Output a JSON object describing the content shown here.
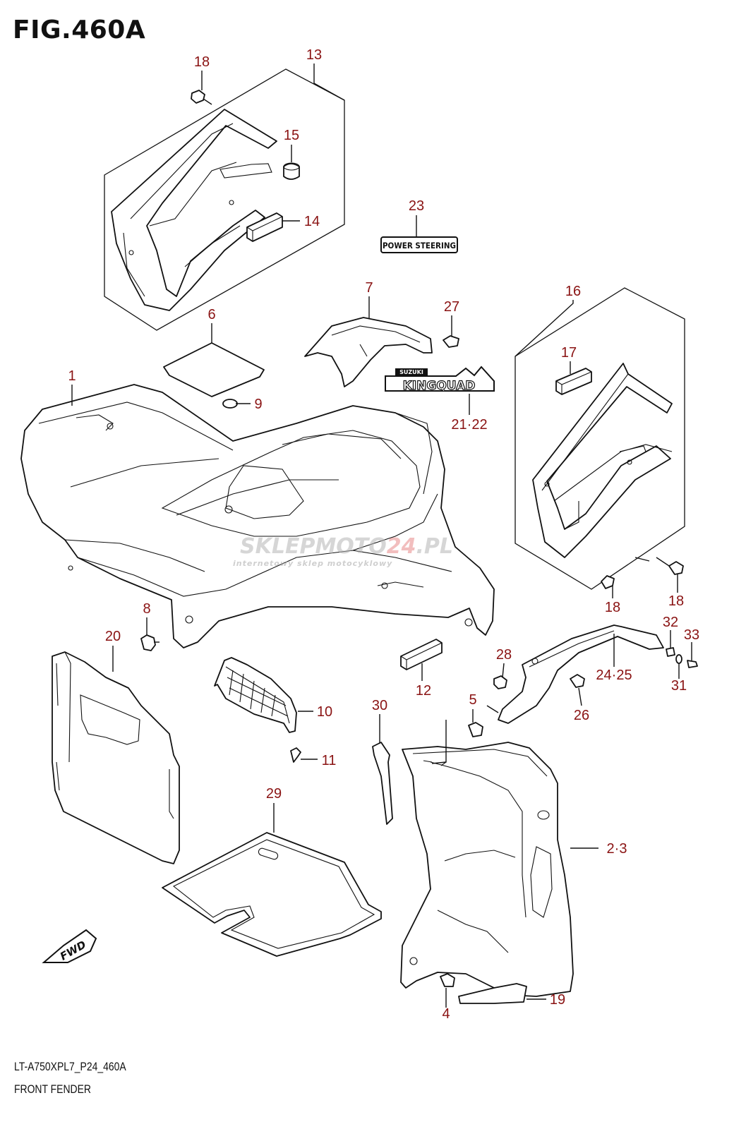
{
  "figure": {
    "title": "FIG.460A",
    "model_code": "LT-A750XPL7_P24_460A",
    "section_name": "FRONT FENDER"
  },
  "decals": {
    "power_steering": "POWER STEERING",
    "kingquad": "KINGQUAD",
    "suzuki_small": "SUZUKI"
  },
  "watermark": {
    "main_prefix": "SKLEP",
    "main_mid": "MOTO",
    "main_num": "24",
    "main_suffix": ".PL",
    "sub": "internetowy sklep motocyklowy"
  },
  "direction_marker": "FWD",
  "callouts": [
    {
      "id": "18",
      "text": "18"
    },
    {
      "id": "13",
      "text": "13"
    },
    {
      "id": "15",
      "text": "15"
    },
    {
      "id": "14",
      "text": "14"
    },
    {
      "id": "23",
      "text": "23"
    },
    {
      "id": "7",
      "text": "7"
    },
    {
      "id": "27",
      "text": "27"
    },
    {
      "id": "16",
      "text": "16"
    },
    {
      "id": "6",
      "text": "6"
    },
    {
      "id": "17",
      "text": "17"
    },
    {
      "id": "1",
      "text": "1"
    },
    {
      "id": "9",
      "text": "9"
    },
    {
      "id": "21-22",
      "text": "21·22"
    },
    {
      "id": "18b",
      "text": "18"
    },
    {
      "id": "18c",
      "text": "18"
    },
    {
      "id": "8",
      "text": "8"
    },
    {
      "id": "20",
      "text": "20"
    },
    {
      "id": "32",
      "text": "32"
    },
    {
      "id": "33",
      "text": "33"
    },
    {
      "id": "28",
      "text": "28"
    },
    {
      "id": "24-25",
      "text": "24·25"
    },
    {
      "id": "31",
      "text": "31"
    },
    {
      "id": "12",
      "text": "12"
    },
    {
      "id": "10",
      "text": "10"
    },
    {
      "id": "30",
      "text": "30"
    },
    {
      "id": "5",
      "text": "5"
    },
    {
      "id": "26",
      "text": "26"
    },
    {
      "id": "11",
      "text": "11"
    },
    {
      "id": "29",
      "text": "29"
    },
    {
      "id": "2-3",
      "text": "2·3"
    },
    {
      "id": "19",
      "text": "19"
    },
    {
      "id": "4",
      "text": "4"
    }
  ]
}
